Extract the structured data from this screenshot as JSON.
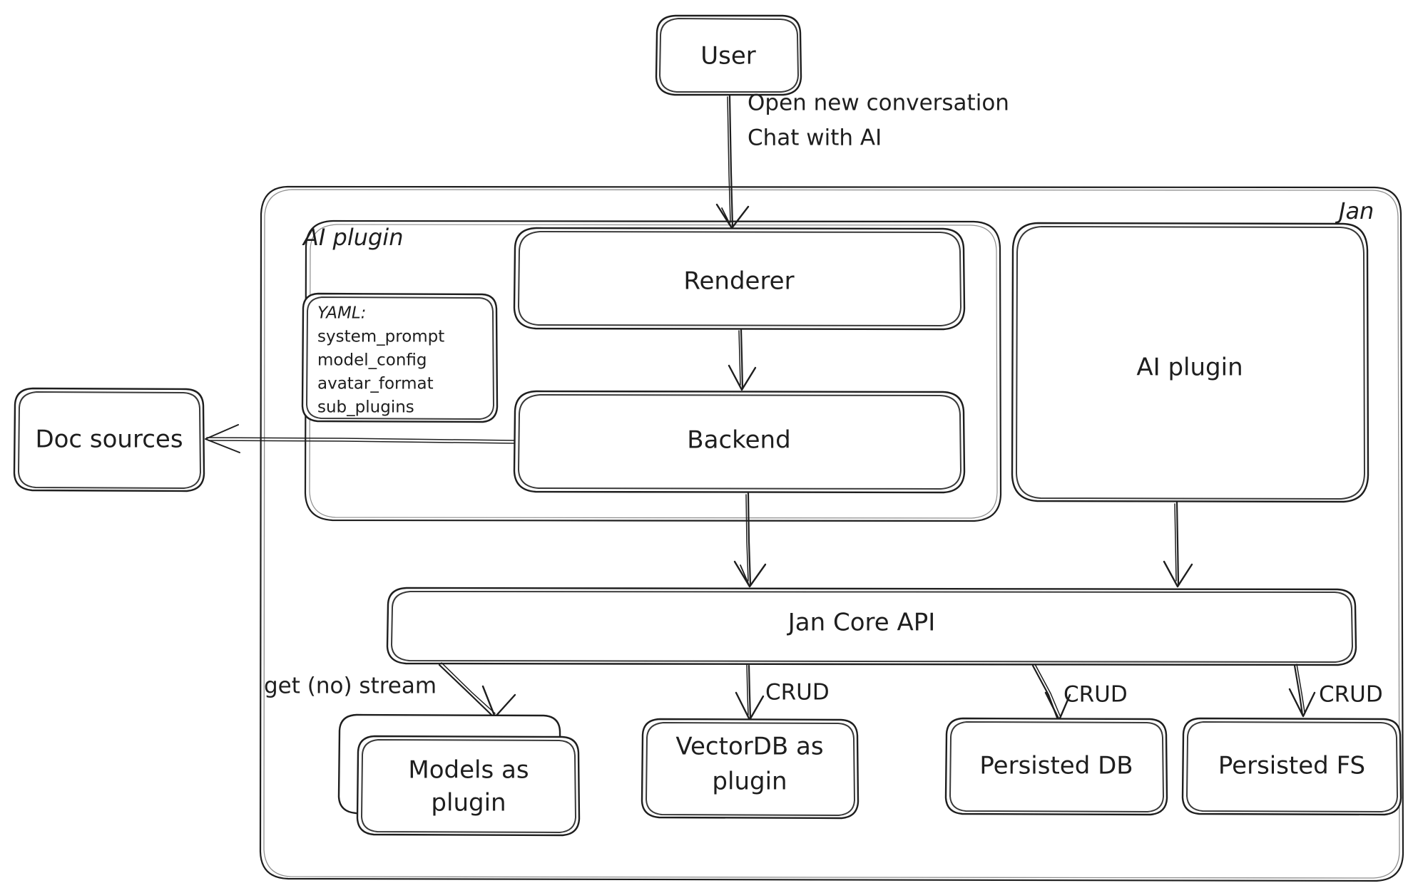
{
  "diagram": {
    "title": "Jan architecture diagram",
    "style": "hand-drawn sketch",
    "stroke_color": "#1e1e1e",
    "background_color": "#ffffff"
  },
  "nodes": {
    "user": {
      "label": "User"
    },
    "jan_container": {
      "label": "Jan"
    },
    "ai_plugin_group": {
      "label": "AI plugin"
    },
    "renderer": {
      "label": "Renderer"
    },
    "backend": {
      "label": "Backend"
    },
    "ai_plugin_right": {
      "label": "AI plugin"
    },
    "doc_sources": {
      "label": "Doc sources"
    },
    "jan_core_api": {
      "label": "Jan Core API"
    },
    "models_plugin": {
      "label_line1": "Models as",
      "label_line2": "plugin"
    },
    "vectordb_plugin": {
      "label_line1": "VectorDB as",
      "label_line2": "plugin"
    },
    "persisted_db": {
      "label": "Persisted DB"
    },
    "persisted_fs": {
      "label": "Persisted FS"
    }
  },
  "yaml_card": {
    "heading": "YAML:",
    "keys": [
      "system_prompt",
      "model_config",
      "avatar_format",
      "sub_plugins"
    ]
  },
  "edges": {
    "user_to_renderer": {
      "label_line1": "Open new conversation",
      "label_line2": "Chat with AI"
    },
    "core_to_models": {
      "label": "get (no) stream"
    },
    "core_to_vectordb": {
      "label": "CRUD"
    },
    "core_to_persisted_db": {
      "label": "CRUD"
    },
    "core_to_persisted_fs": {
      "label": "CRUD"
    },
    "backend_to_doc_sources": {
      "label": ""
    },
    "renderer_to_backend": {
      "label": ""
    },
    "backend_to_core": {
      "label": ""
    },
    "ai_plugin_right_to_core": {
      "label": ""
    }
  }
}
